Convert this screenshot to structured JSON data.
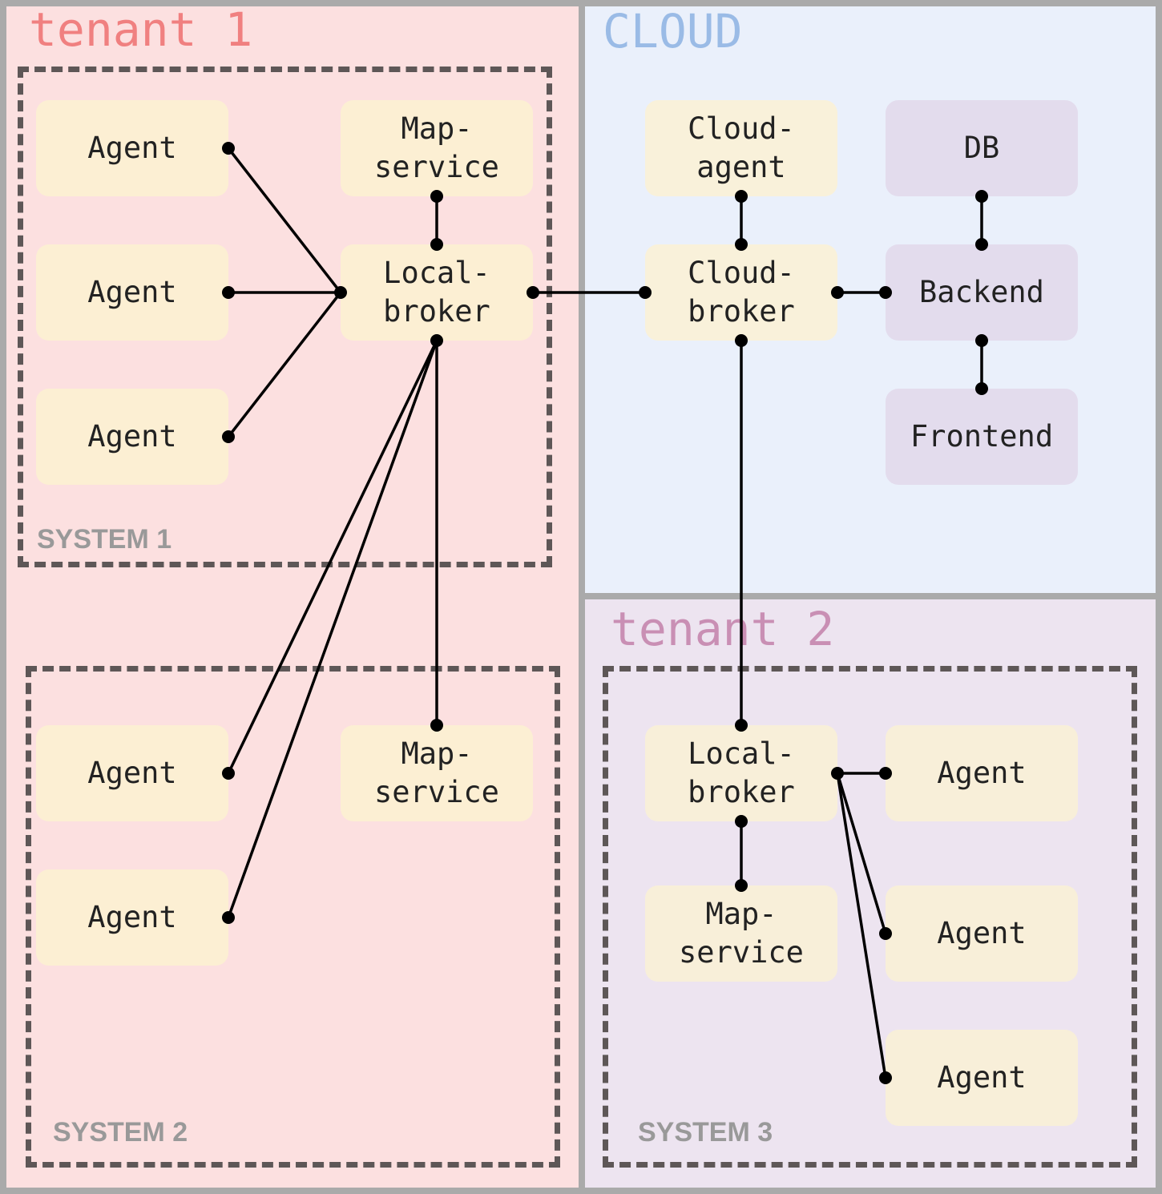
{
  "regions": {
    "tenant1": {
      "title": "tenant 1",
      "color": "#f08080",
      "background": "#fce0e0"
    },
    "cloud": {
      "title": "CLOUD",
      "color": "#9abbe6",
      "background": "#eaf0fb"
    },
    "tenant2": {
      "title": "tenant 2",
      "color": "#c98fb4",
      "background": "#ede4f0"
    }
  },
  "systems": {
    "system1": {
      "label": "SYSTEM 1"
    },
    "system2": {
      "label": "SYSTEM 2"
    },
    "system3": {
      "label": "SYSTEM 3"
    }
  },
  "nodes": {
    "s1_agent1": {
      "line1": "Agent",
      "line2": ""
    },
    "s1_agent2": {
      "line1": "Agent",
      "line2": ""
    },
    "s1_agent3": {
      "line1": "Agent",
      "line2": ""
    },
    "s1_map": {
      "line1": "Map-",
      "line2": "service"
    },
    "s1_broker": {
      "line1": "Local-",
      "line2": "broker"
    },
    "s2_agent1": {
      "line1": "Agent",
      "line2": ""
    },
    "s2_agent2": {
      "line1": "Agent",
      "line2": ""
    },
    "s2_map": {
      "line1": "Map-",
      "line2": "service"
    },
    "cloud_agent": {
      "line1": "Cloud-",
      "line2": "agent"
    },
    "cloud_broker": {
      "line1": "Cloud-",
      "line2": "broker"
    },
    "db": {
      "line1": "DB",
      "line2": ""
    },
    "backend": {
      "line1": "Backend",
      "line2": ""
    },
    "frontend": {
      "line1": "Frontend",
      "line2": ""
    },
    "s3_broker": {
      "line1": "Local-",
      "line2": "broker"
    },
    "s3_map": {
      "line1": "Map-",
      "line2": "service"
    },
    "s3_agent1": {
      "line1": "Agent",
      "line2": ""
    },
    "s3_agent2": {
      "line1": "Agent",
      "line2": ""
    },
    "s3_agent3": {
      "line1": "Agent",
      "line2": ""
    }
  },
  "connections": [
    [
      "s1_agent1",
      "s1_broker"
    ],
    [
      "s1_agent2",
      "s1_broker"
    ],
    [
      "s1_agent3",
      "s1_broker"
    ],
    [
      "s1_map",
      "s1_broker"
    ],
    [
      "s1_broker",
      "cloud_broker"
    ],
    [
      "s1_broker",
      "s2_agent1"
    ],
    [
      "s1_broker",
      "s2_agent2"
    ],
    [
      "s1_broker",
      "s2_map"
    ],
    [
      "cloud_agent",
      "cloud_broker"
    ],
    [
      "cloud_broker",
      "backend"
    ],
    [
      "db",
      "backend"
    ],
    [
      "backend",
      "frontend"
    ],
    [
      "cloud_broker",
      "s3_broker"
    ],
    [
      "s3_broker",
      "s3_map"
    ],
    [
      "s3_broker",
      "s3_agent1"
    ],
    [
      "s3_broker",
      "s3_agent2"
    ],
    [
      "s3_broker",
      "s3_agent3"
    ]
  ],
  "colors": {
    "service_box": "#fcefd3",
    "app_box": "#e3dced",
    "wire": "#000000",
    "dashed_border": "#5e5757",
    "system_label": "#999999"
  }
}
